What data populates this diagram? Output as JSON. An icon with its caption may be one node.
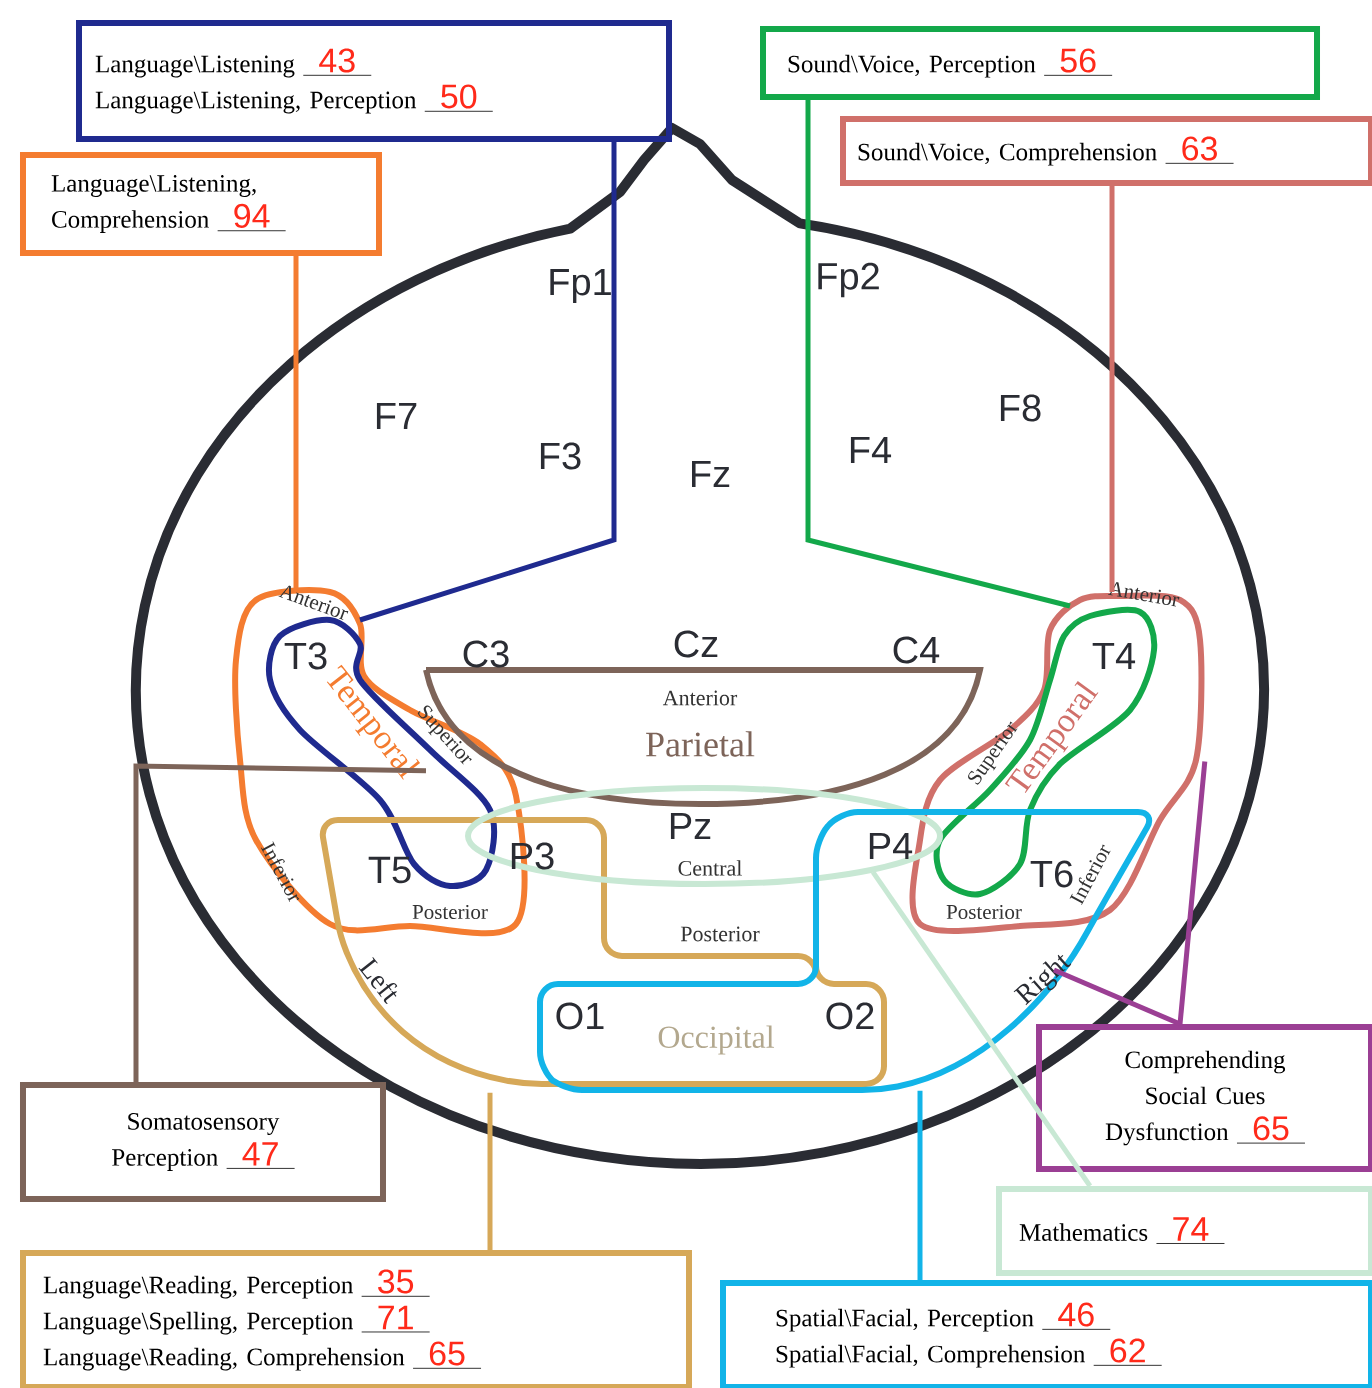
{
  "diagram": {
    "nodes": [
      {
        "text": [
          "Language\\Listening",
          "43",
          "Language\\Listening, Perception",
          "50"
        ]
      },
      {
        "text": [
          "Language\\Listening, Comprehension",
          "94"
        ]
      },
      {
        "text": [
          "Sound\\Voice, Perception",
          "56"
        ]
      },
      {
        "text": [
          "Sound\\Voice, Comprehension",
          "63"
        ]
      },
      {
        "text": [
          "Somatosensory Perception",
          "47"
        ]
      },
      {
        "text": [
          "Language\\Reading, Perception",
          "35",
          "Language\\Spelling, Perception",
          "71",
          "Language\\Reading, Comprehension",
          "65"
        ]
      },
      {
        "text": [
          "Comprehending Social Cues Dysfunction",
          "65"
        ]
      },
      {
        "text": [
          "Mathematics",
          "74"
        ]
      },
      {
        "text": [
          "Spatial\\Facial, Perception",
          "46",
          "Spatial\\Facial, Comprehension",
          "62"
        ]
      },
      {
        "text": [
          "Anterior",
          "Superior",
          "Inferior",
          "Posterior"
        ]
      },
      {
        "text": [
          "Temporal"
        ],
        "in": 9
      },
      {
        "text": [
          "Anterior",
          "Superior",
          "Inferior",
          "Posterior"
        ]
      },
      {
        "text": [
          "Temporal"
        ],
        "in": 11
      },
      {
        "text": [
          "Anterior",
          "Parietal"
        ]
      },
      {
        "text": [
          "Posterior",
          "Occipital"
        ]
      },
      {
        "text": [
          "Central"
        ]
      },
      {
        "text": [],
        "shape": "outline"
      }
    ],
    "edges": [
      {
        "from": 0,
        "to": 10,
        "arrow": "none",
        "color": "#1f2a8f"
      },
      {
        "from": 1,
        "to": 9,
        "arrow": "none",
        "color": "#f47c30"
      },
      {
        "from": 2,
        "to": 12,
        "arrow": "none",
        "color": "#13a84a"
      },
      {
        "from": 3,
        "to": 11,
        "arrow": "none",
        "color": "#d0706a"
      },
      {
        "from": 4,
        "to": 13,
        "arrow": "none",
        "color": "#7d6459"
      },
      {
        "from": 5,
        "to": 14,
        "arrow": "none",
        "color": "#d6a858"
      },
      {
        "from": 6,
        "to": 11,
        "arrow": "none",
        "color": "#9b3f94"
      },
      {
        "from": 6,
        "to": 16,
        "arrow": "none",
        "color": "#9b3f94"
      },
      {
        "from": 7,
        "to": 15,
        "arrow": "none",
        "color": "#c8e8d4"
      },
      {
        "from": 8,
        "to": 16,
        "arrow": "none",
        "color": "#12b4e8"
      }
    ],
    "labels": [
      "Fp1",
      "Fp2",
      "F7",
      "F8",
      "F3",
      "F4",
      "Fz",
      "T3",
      "C3",
      "Cz",
      "C4",
      "T4",
      "T5",
      "P3",
      "Pz",
      "P4",
      "T6",
      "Left",
      "Right",
      "O1",
      "O2"
    ]
  }
}
